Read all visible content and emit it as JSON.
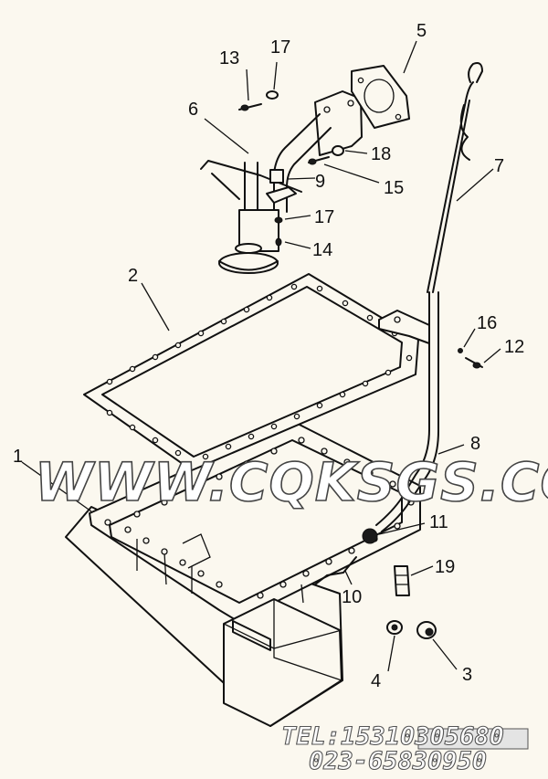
{
  "callouts": [
    {
      "id": "1",
      "label": "1"
    },
    {
      "id": "2",
      "label": "2"
    },
    {
      "id": "3",
      "label": "3"
    },
    {
      "id": "4",
      "label": "4"
    },
    {
      "id": "5",
      "label": "5"
    },
    {
      "id": "6",
      "label": "6"
    },
    {
      "id": "7",
      "label": "7"
    },
    {
      "id": "8",
      "label": "8"
    },
    {
      "id": "9",
      "label": "9"
    },
    {
      "id": "10",
      "label": "10"
    },
    {
      "id": "11",
      "label": "11"
    },
    {
      "id": "12",
      "label": "12"
    },
    {
      "id": "13",
      "label": "13"
    },
    {
      "id": "14",
      "label": "14"
    },
    {
      "id": "15",
      "label": "15"
    },
    {
      "id": "16",
      "label": "16"
    },
    {
      "id": "17a",
      "label": "17"
    },
    {
      "id": "17b",
      "label": "17"
    },
    {
      "id": "18",
      "label": "18"
    },
    {
      "id": "19",
      "label": "19"
    }
  ],
  "watermark": {
    "site": "WWW.CQKSGS.COM",
    "phone": "TEL:15310305680",
    "phone2": "023-65830950"
  }
}
